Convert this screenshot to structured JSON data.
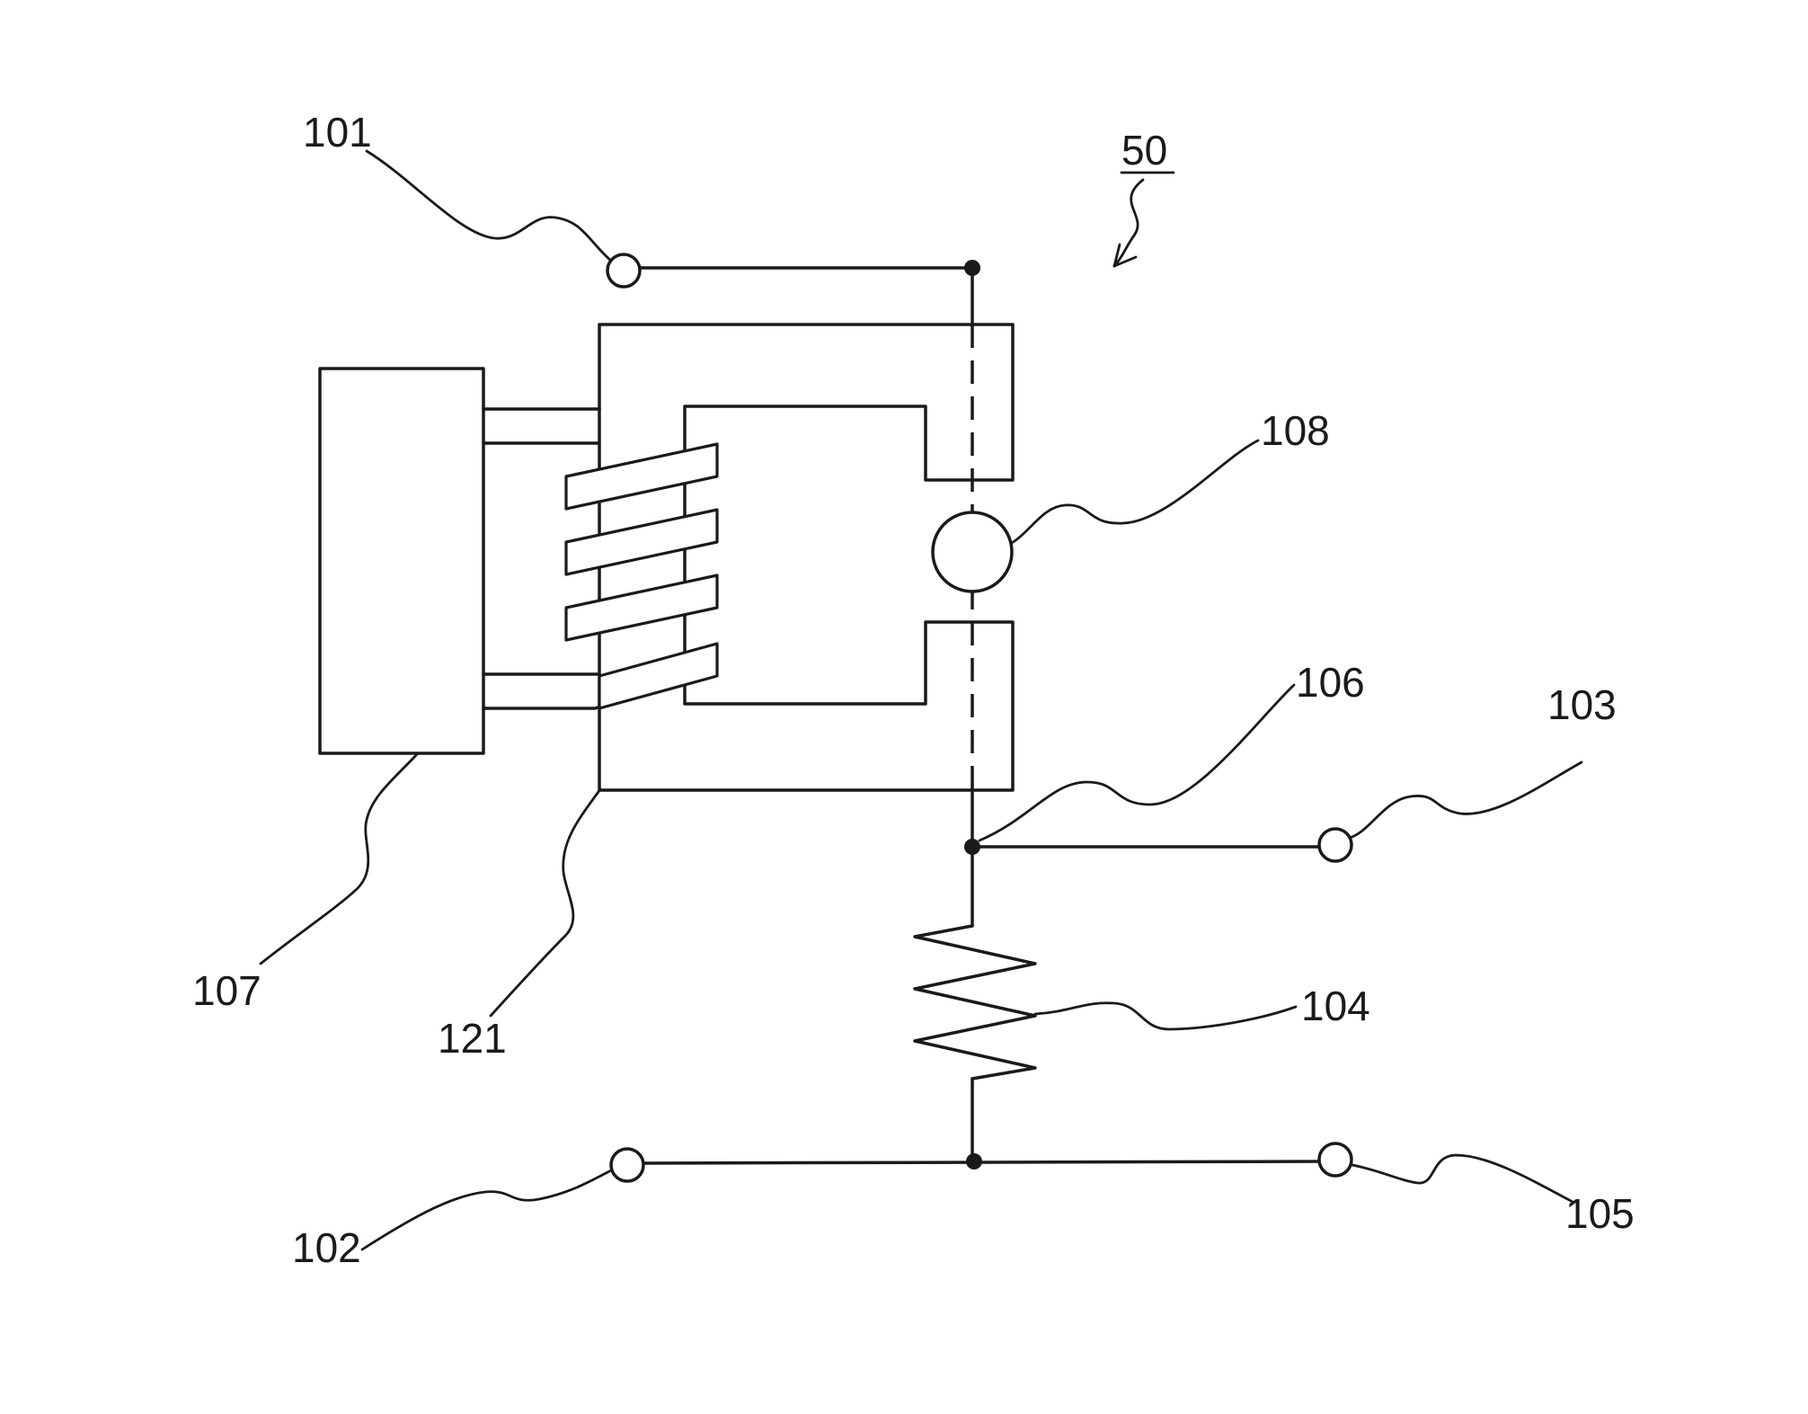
{
  "figure": {
    "reference": "50",
    "labels": {
      "t101": "101",
      "t102": "102",
      "t103": "103",
      "t104": "104",
      "t105": "105",
      "t106": "106",
      "t107": "107",
      "t108": "108",
      "t121": "121"
    }
  }
}
